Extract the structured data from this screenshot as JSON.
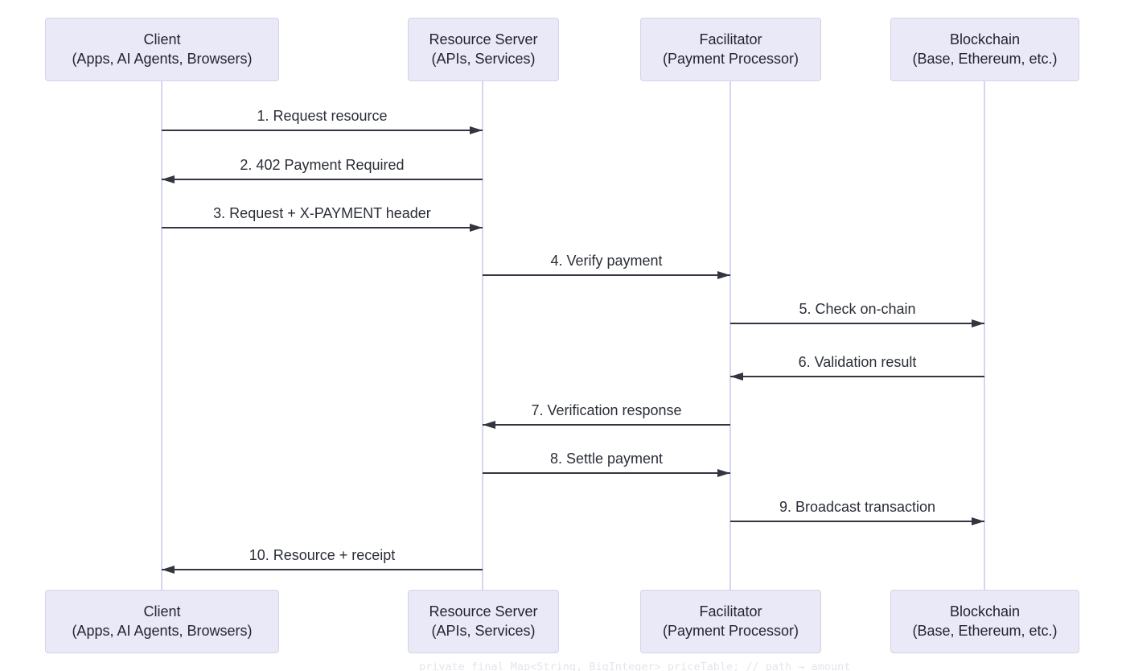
{
  "diagram": {
    "type": "sequence",
    "actors": [
      {
        "name": "Client",
        "sub": "(Apps, AI Agents, Browsers)"
      },
      {
        "name": "Resource Server",
        "sub": "(APIs, Services)"
      },
      {
        "name": "Facilitator",
        "sub": "(Payment Processor)"
      },
      {
        "name": "Blockchain",
        "sub": "(Base, Ethereum, etc.)"
      }
    ],
    "messages": [
      {
        "step": 1,
        "label": "1. Request resource",
        "from": "Client",
        "to": "Resource Server",
        "direction": "right"
      },
      {
        "step": 2,
        "label": "2. 402 Payment Required",
        "from": "Resource Server",
        "to": "Client",
        "direction": "left"
      },
      {
        "step": 3,
        "label": "3. Request + X-PAYMENT header",
        "from": "Client",
        "to": "Resource Server",
        "direction": "right"
      },
      {
        "step": 4,
        "label": "4. Verify payment",
        "from": "Resource Server",
        "to": "Facilitator",
        "direction": "right"
      },
      {
        "step": 5,
        "label": "5. Check on-chain",
        "from": "Facilitator",
        "to": "Blockchain",
        "direction": "right"
      },
      {
        "step": 6,
        "label": "6. Validation result",
        "from": "Blockchain",
        "to": "Facilitator",
        "direction": "left"
      },
      {
        "step": 7,
        "label": "7. Verification response",
        "from": "Facilitator",
        "to": "Resource Server",
        "direction": "left"
      },
      {
        "step": 8,
        "label": "8. Settle payment",
        "from": "Resource Server",
        "to": "Facilitator",
        "direction": "right"
      },
      {
        "step": 9,
        "label": "9. Broadcast transaction",
        "from": "Facilitator",
        "to": "Blockchain",
        "direction": "right"
      },
      {
        "step": 10,
        "label": "10. Resource + receipt",
        "from": "Resource Server",
        "to": "Client",
        "direction": "left"
      }
    ],
    "colors": {
      "actor_fill": "#e9e9f8",
      "actor_border": "#d3d3ea",
      "lifeline": "#d6d6f0",
      "arrow": "#333640",
      "text": "#23262e",
      "background": "#ffffff",
      "faint_code_text": "#e4e5ee"
    }
  },
  "background_fragment": {
    "code_line": "private final Map<String, BigInteger> priceTable; // path → amount"
  }
}
